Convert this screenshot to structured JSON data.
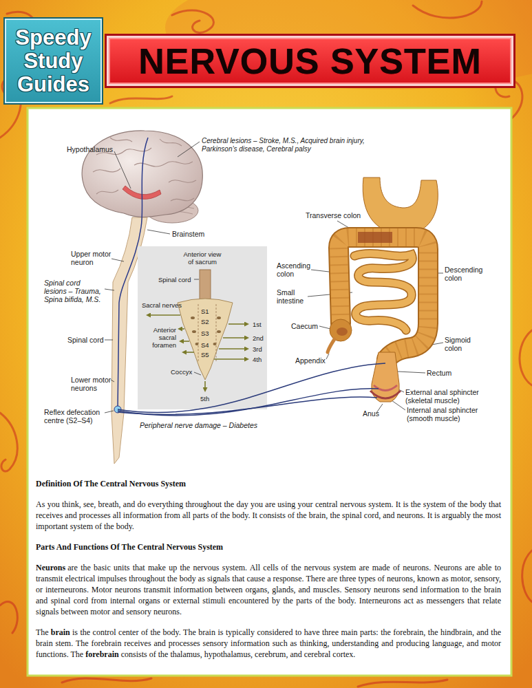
{
  "diagram": {
    "title": "NERVOUS SYSTEM",
    "nodes": [
      {
        "text": [
          "Speedy Study Guides"
        ]
      },
      {
        "text": [
          "Anterior view of sacrum",
          "Spinal cord",
          "Sacral nerves",
          "S1",
          "S2",
          "Anterior sacral foramen",
          "S3",
          "S4",
          "S5",
          "1st",
          "2nd",
          "3rd",
          "4th",
          "Coccyx",
          "5th"
        ]
      }
    ],
    "labels": [
      "Hypothalamus",
      "Cerebral lesions – Stroke, M.S., Acquired brain injury, Parkinson’s disease, Cerebral palsy",
      "Brainstem",
      "Upper motor neuron",
      "Spinal cord lesions – Trauma, Spina bifida, M.S.",
      "Spinal cord",
      "Lower motor neurons",
      "Reflex defecation centre (S2–S4)",
      "Peripheral nerve damage – Diabetes",
      "Transverse colon",
      "Ascending colon",
      "Small intestine",
      "Caecum",
      "Appendix",
      "Descending colon",
      "Sigmoid colon",
      "Rectum",
      "External anal sphincter (skeletal muscle)",
      "Anus",
      "Internal anal sphincter (smooth muscle)",
      "Definition Of The Central Nervous System",
      "As you think, see, breath, and do everything throughout the day you are using your central nervous system. It is the system of the body that receives and processes all information from all parts of the body. It consists of the brain, the spinal cord, and neurons. It is arguably the most important system of the body.",
      "Parts And Functions Of The Central Nervous System",
      "Neurons",
      "are the basic units that make up the nervous system. All cells of the nervous system are made of neurons. Neurons are able to transmit electrical impulses throughout the body as signals that cause a response. There are three types of neurons, known as motor, sensory, or interneurons. Motor neurons transmit information between organs, glands, and muscles. Sensory neurons send information to the brain and spinal cord from internal organs or external stimuli encountered by the parts of the body. Interneurons act as messengers that relate signals between motor and sensory neurons.",
      "The",
      "brain",
      "is the control center of the body. The brain is typically considered to have three main parts: the forebrain, the hindbrain, and the brain stem. The forebrain receives and processes sensory information such as thinking, understanding and producing language, and motor functions. The",
      "forebrain",
      "consists of the thalamus, hypothalamus, cerebrum, and cerebral cortex."
    ]
  }
}
